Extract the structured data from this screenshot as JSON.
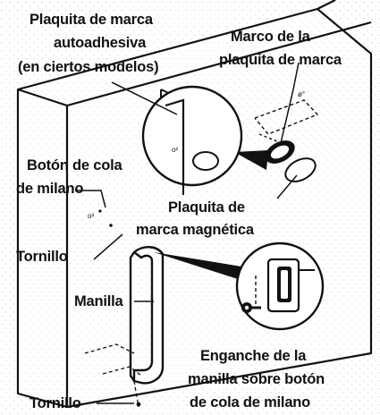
{
  "diagram": {
    "labels": {
      "self_adhesive_1": "Plaquita de marca",
      "self_adhesive_2": "autoadhesiva",
      "self_adhesive_3": "(en ciertos modelos)",
      "frame_1": "Marco de la",
      "frame_2": "plaquita de marca",
      "dovetail_1": "Botón de cola",
      "dovetail_2": "de milano",
      "magnetic_1": "Plaquita de",
      "magnetic_2": "marca magnética",
      "screw_top": "Tornillo",
      "handle": "Manilla",
      "hook_1": "Enganche de la",
      "hook_2": "manilla sobre botón",
      "hook_3": "de cola de milano",
      "screw_bottom": "Tornillo"
    }
  }
}
